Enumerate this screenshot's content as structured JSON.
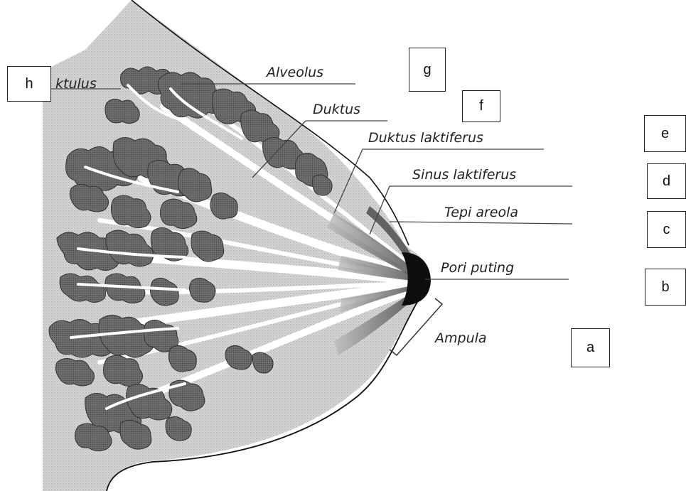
{
  "labels": {
    "duktulus": "ktulus",
    "alveolus": "Alveolus",
    "duktus": "Duktus",
    "duktus_laktiferus": "Duktus laktiferus",
    "sinus_laktiferus": "Sinus laktiferus",
    "tepi_areola": "Tepi areola",
    "pori_puting": "Pori puting",
    "ampula": "Ampula"
  },
  "answer_boxes": {
    "a": "a",
    "b": "b",
    "c": "c",
    "d": "d",
    "e": "e",
    "f": "f",
    "g": "g",
    "h": "h"
  },
  "colors": {
    "lobule_fill": "#6f6f6f",
    "breast_fill": "#dcdcdc",
    "nipple_fill": "#111111",
    "duct_fill": "#ffffff",
    "leader_line": "#555555"
  }
}
